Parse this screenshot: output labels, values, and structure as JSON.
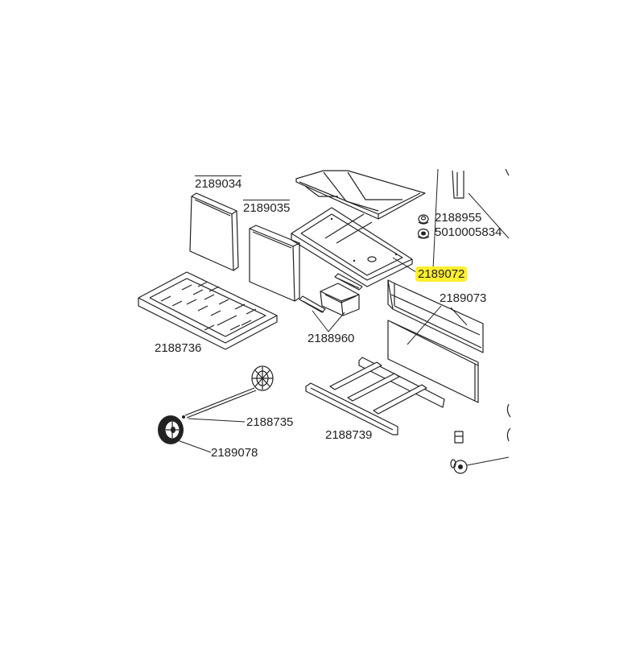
{
  "highlight_color": "#ffef2e",
  "labels": {
    "p2189034": "2189034",
    "p2189035": "2189035",
    "p2188955": "2188955",
    "p5010005834": "5010005834",
    "p2189072": "2189072",
    "p2189073": "2189073",
    "p2188960": "2188960",
    "p2188736": "2188736",
    "p2188735": "2188735",
    "p2188739": "2188739",
    "p2189078": "2189078"
  },
  "highlighted_part": "2189072"
}
